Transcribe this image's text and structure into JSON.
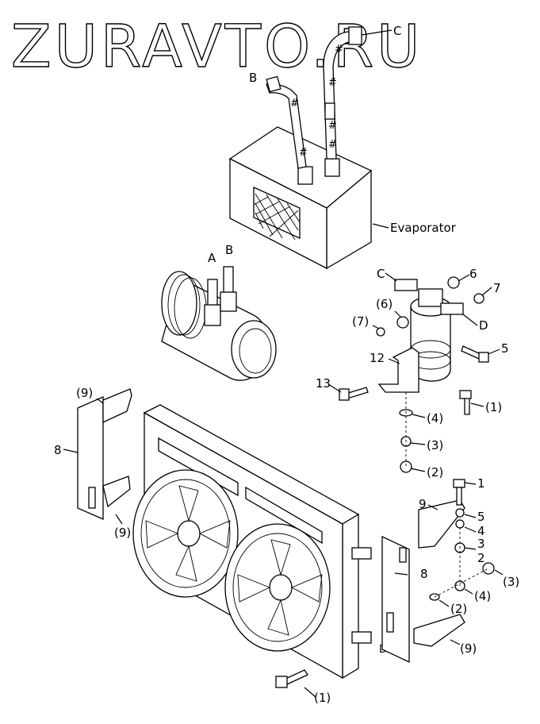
{
  "watermark": "ZURAVTO.RU",
  "labels": {
    "evaporator": "Evaporator",
    "hose_c": "C",
    "hose_b": "B",
    "port_a": "A",
    "port_b": "B",
    "dryer_c": "C",
    "dryer_d": "D",
    "cond_a": "A",
    "cond_d": "D"
  },
  "callouts": [
    {
      "id": "c1",
      "text": "6"
    },
    {
      "id": "c2",
      "text": "7"
    },
    {
      "id": "c3",
      "text": "(6)"
    },
    {
      "id": "c4",
      "text": "(7)"
    },
    {
      "id": "c5",
      "text": "5"
    },
    {
      "id": "c6",
      "text": "12"
    },
    {
      "id": "c7",
      "text": "13"
    },
    {
      "id": "c8",
      "text": "(1)"
    },
    {
      "id": "c9",
      "text": "(4)"
    },
    {
      "id": "c10",
      "text": "(3)"
    },
    {
      "id": "c11",
      "text": "(2)"
    },
    {
      "id": "c12",
      "text": "(9)"
    },
    {
      "id": "c13",
      "text": "8"
    },
    {
      "id": "c14",
      "text": "(9)"
    },
    {
      "id": "c15",
      "text": "1"
    },
    {
      "id": "c16",
      "text": "9"
    },
    {
      "id": "c17",
      "text": "5"
    },
    {
      "id": "c18",
      "text": "4"
    },
    {
      "id": "c19",
      "text": "3"
    },
    {
      "id": "c20",
      "text": "2"
    },
    {
      "id": "c21",
      "text": "8"
    },
    {
      "id": "c22",
      "text": "(3)"
    },
    {
      "id": "c23",
      "text": "(4)"
    },
    {
      "id": "c24",
      "text": "(2)"
    },
    {
      "id": "c25",
      "text": "(9)"
    },
    {
      "id": "c26",
      "text": "(1)"
    }
  ]
}
